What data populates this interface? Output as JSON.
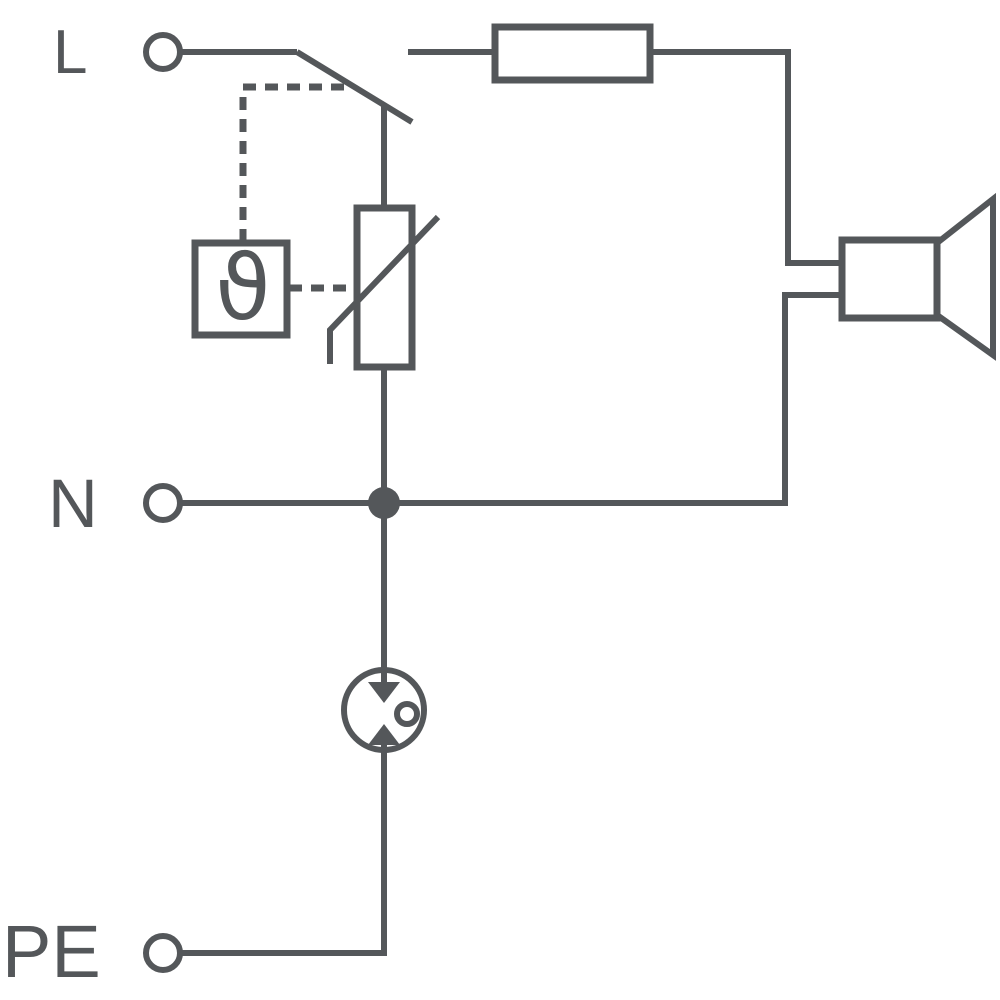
{
  "labels": {
    "line_terminal": "L",
    "neutral_terminal": "N",
    "earth_terminal": "PE",
    "thermal_sensor_symbol": "ϑ"
  },
  "colors": {
    "stroke": "#54575a",
    "background": "#ffffff"
  },
  "components": {
    "line_terminal": "terminal-circle",
    "neutral_terminal": "terminal-circle",
    "earth_terminal": "terminal-circle",
    "thermal_disconnect": "thermal-disconnect-switch-symbol",
    "thermal_sensor": "temperature-sensor-box-symbol",
    "varistor": "varistor-symbol",
    "series_resistor": "resistor-symbol",
    "acoustic_alarm": "loudspeaker-symbol",
    "gas_discharge_tube": "gas-discharge-tube-symbol",
    "junction": "wire-junction-dot"
  }
}
